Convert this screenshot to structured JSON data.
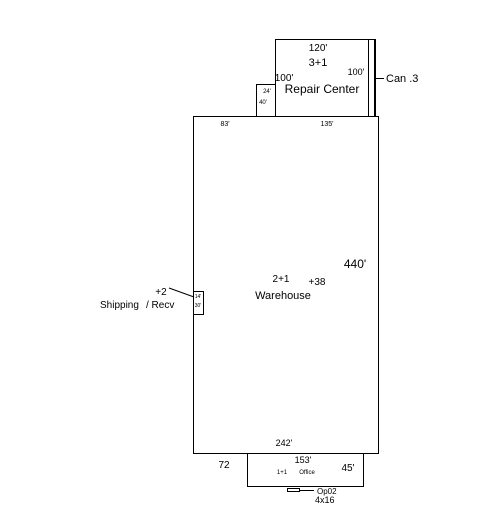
{
  "plan": {
    "repair_center": {
      "name": "Repair Center",
      "code": "3+1",
      "dim_top": "120'",
      "dim_left": "100'",
      "dim_right": "100'"
    },
    "small_notch": {
      "dim_a": "24'",
      "dim_b": "40'"
    },
    "canopy": {
      "label": "Can .3"
    },
    "warehouse": {
      "name": "Warehouse",
      "code": "2+1",
      "extra": "+38",
      "dim_top_left": "83'",
      "dim_top_right": "135'",
      "dim_right": "440'",
      "dim_bottom": "242'"
    },
    "shipping": {
      "name_a": "Shipping",
      "name_b": "/ Recv",
      "code": "+2",
      "dim_a": "14'",
      "dim_b": "30'"
    },
    "office": {
      "name": "Office",
      "code": "1+1",
      "dim_top": "153'",
      "dim_left": "72",
      "dim_right": "45'"
    },
    "open_porch": {
      "label": "Op02",
      "size": "4x16"
    }
  }
}
